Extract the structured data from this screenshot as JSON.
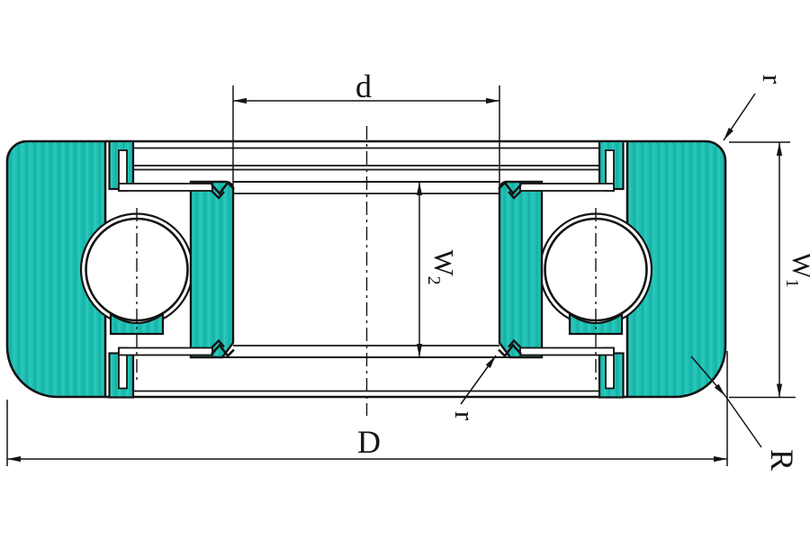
{
  "figure": {
    "background": "#ffffff",
    "part_fill_color": "#1fc0b3",
    "line_color": "#141414"
  },
  "dimensions": {
    "bore_diameter_label": "d",
    "outer_diameter_label": "D",
    "overall_width_label": {
      "main": "W",
      "sub": "1"
    },
    "inner_width_label": {
      "main": "W",
      "sub": "2"
    },
    "outer_corner_radius_label": "r",
    "inner_corner_radius_label": "r",
    "bottom_corner_radius_label": "R"
  }
}
